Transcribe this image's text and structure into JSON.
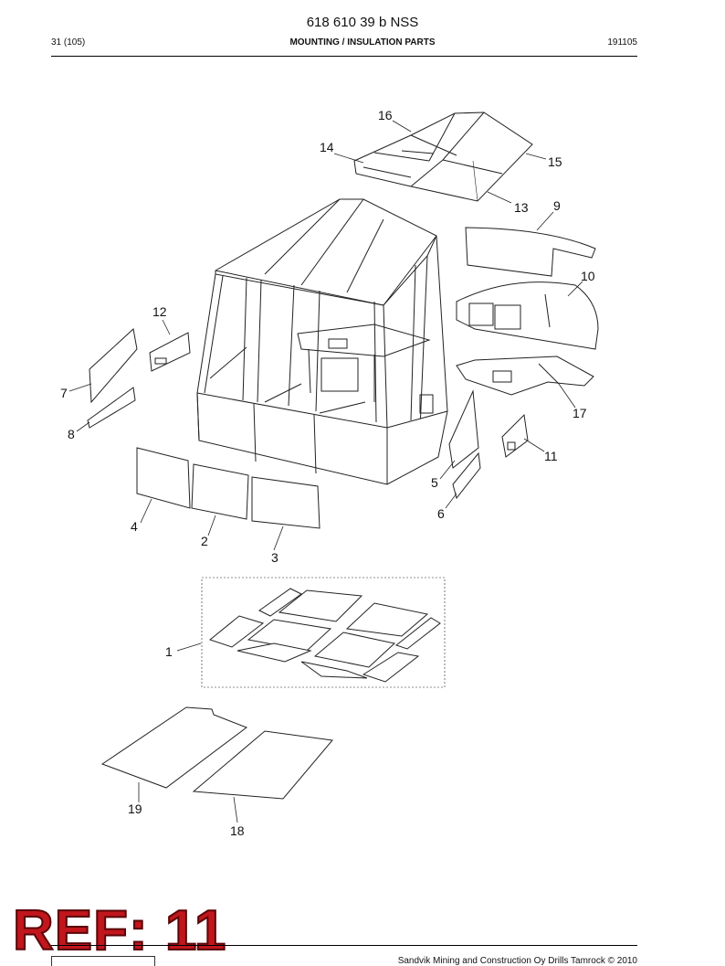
{
  "header": {
    "title": "618 610 39 b NSS",
    "page": "31 (105)",
    "section": "MOUNTING / INSULATION PARTS",
    "code": "191105"
  },
  "callouts": [
    {
      "id": "c16",
      "label": "16"
    },
    {
      "id": "c14",
      "label": "14"
    },
    {
      "id": "c15",
      "label": "15"
    },
    {
      "id": "c13",
      "label": "13"
    },
    {
      "id": "c9",
      "label": "9"
    },
    {
      "id": "c10",
      "label": "10"
    },
    {
      "id": "c12",
      "label": "12"
    },
    {
      "id": "c7",
      "label": "7"
    },
    {
      "id": "c8",
      "label": "8"
    },
    {
      "id": "c17",
      "label": "17"
    },
    {
      "id": "c11",
      "label": "11"
    },
    {
      "id": "c5",
      "label": "5"
    },
    {
      "id": "c6",
      "label": "6"
    },
    {
      "id": "c4",
      "label": "4"
    },
    {
      "id": "c2",
      "label": "2"
    },
    {
      "id": "c3",
      "label": "3"
    },
    {
      "id": "c1",
      "label": "1"
    },
    {
      "id": "c19",
      "label": "19"
    },
    {
      "id": "c18",
      "label": "18"
    }
  ],
  "stamp": "REF: 11",
  "footer": {
    "copyright": "Sandvik Mining and Construction Oy Drills Tamrock © 2010"
  }
}
